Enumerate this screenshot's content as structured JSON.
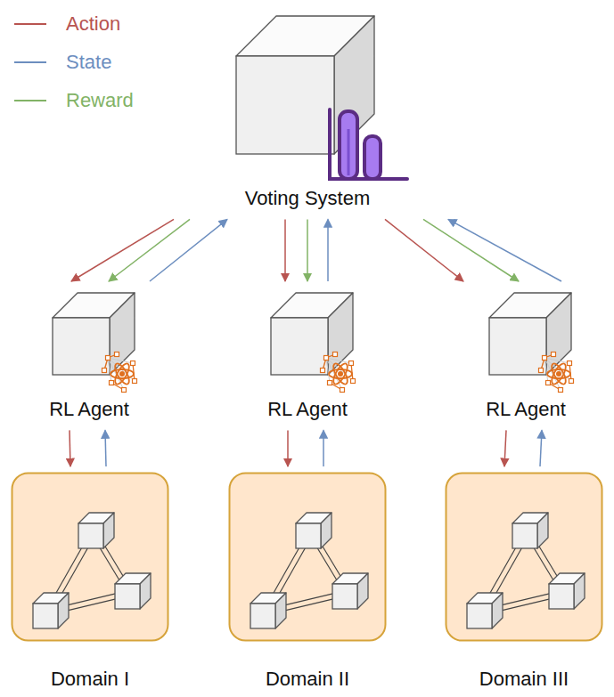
{
  "diagram": {
    "nodes": [
      {
        "text": [
          "Voting System"
        ]
      },
      {
        "text": [
          "RL Agent"
        ]
      },
      {
        "text": [
          "RL Agent"
        ]
      },
      {
        "text": [
          "RL Agent"
        ]
      },
      {
        "text": [
          "Domain I"
        ]
      },
      {
        "text": [
          "Domain II"
        ]
      },
      {
        "text": [
          "Domain III"
        ]
      }
    ],
    "edges": [
      {
        "from": 0,
        "to": 1,
        "arrow": "to"
      },
      {
        "from": 0,
        "to": 1,
        "arrow": "to"
      },
      {
        "from": 1,
        "to": 0,
        "arrow": "to"
      },
      {
        "from": 0,
        "to": 2,
        "arrow": "to"
      },
      {
        "from": 0,
        "to": 2,
        "arrow": "to"
      },
      {
        "from": 2,
        "to": 0,
        "arrow": "to"
      },
      {
        "from": 0,
        "to": 3,
        "arrow": "to"
      },
      {
        "from": 0,
        "to": 3,
        "arrow": "to"
      },
      {
        "from": 3,
        "to": 0,
        "arrow": "to"
      },
      {
        "from": 1,
        "to": 4,
        "arrow": "to"
      },
      {
        "from": 4,
        "to": 1,
        "arrow": "to"
      },
      {
        "from": 2,
        "to": 5,
        "arrow": "to"
      },
      {
        "from": 5,
        "to": 2,
        "arrow": "to"
      },
      {
        "from": 3,
        "to": 6,
        "arrow": "to"
      },
      {
        "from": 6,
        "to": 3,
        "arrow": "to"
      }
    ],
    "legend": [
      {
        "text": "Action"
      },
      {
        "text": "State"
      },
      {
        "text": "Reward"
      }
    ]
  }
}
